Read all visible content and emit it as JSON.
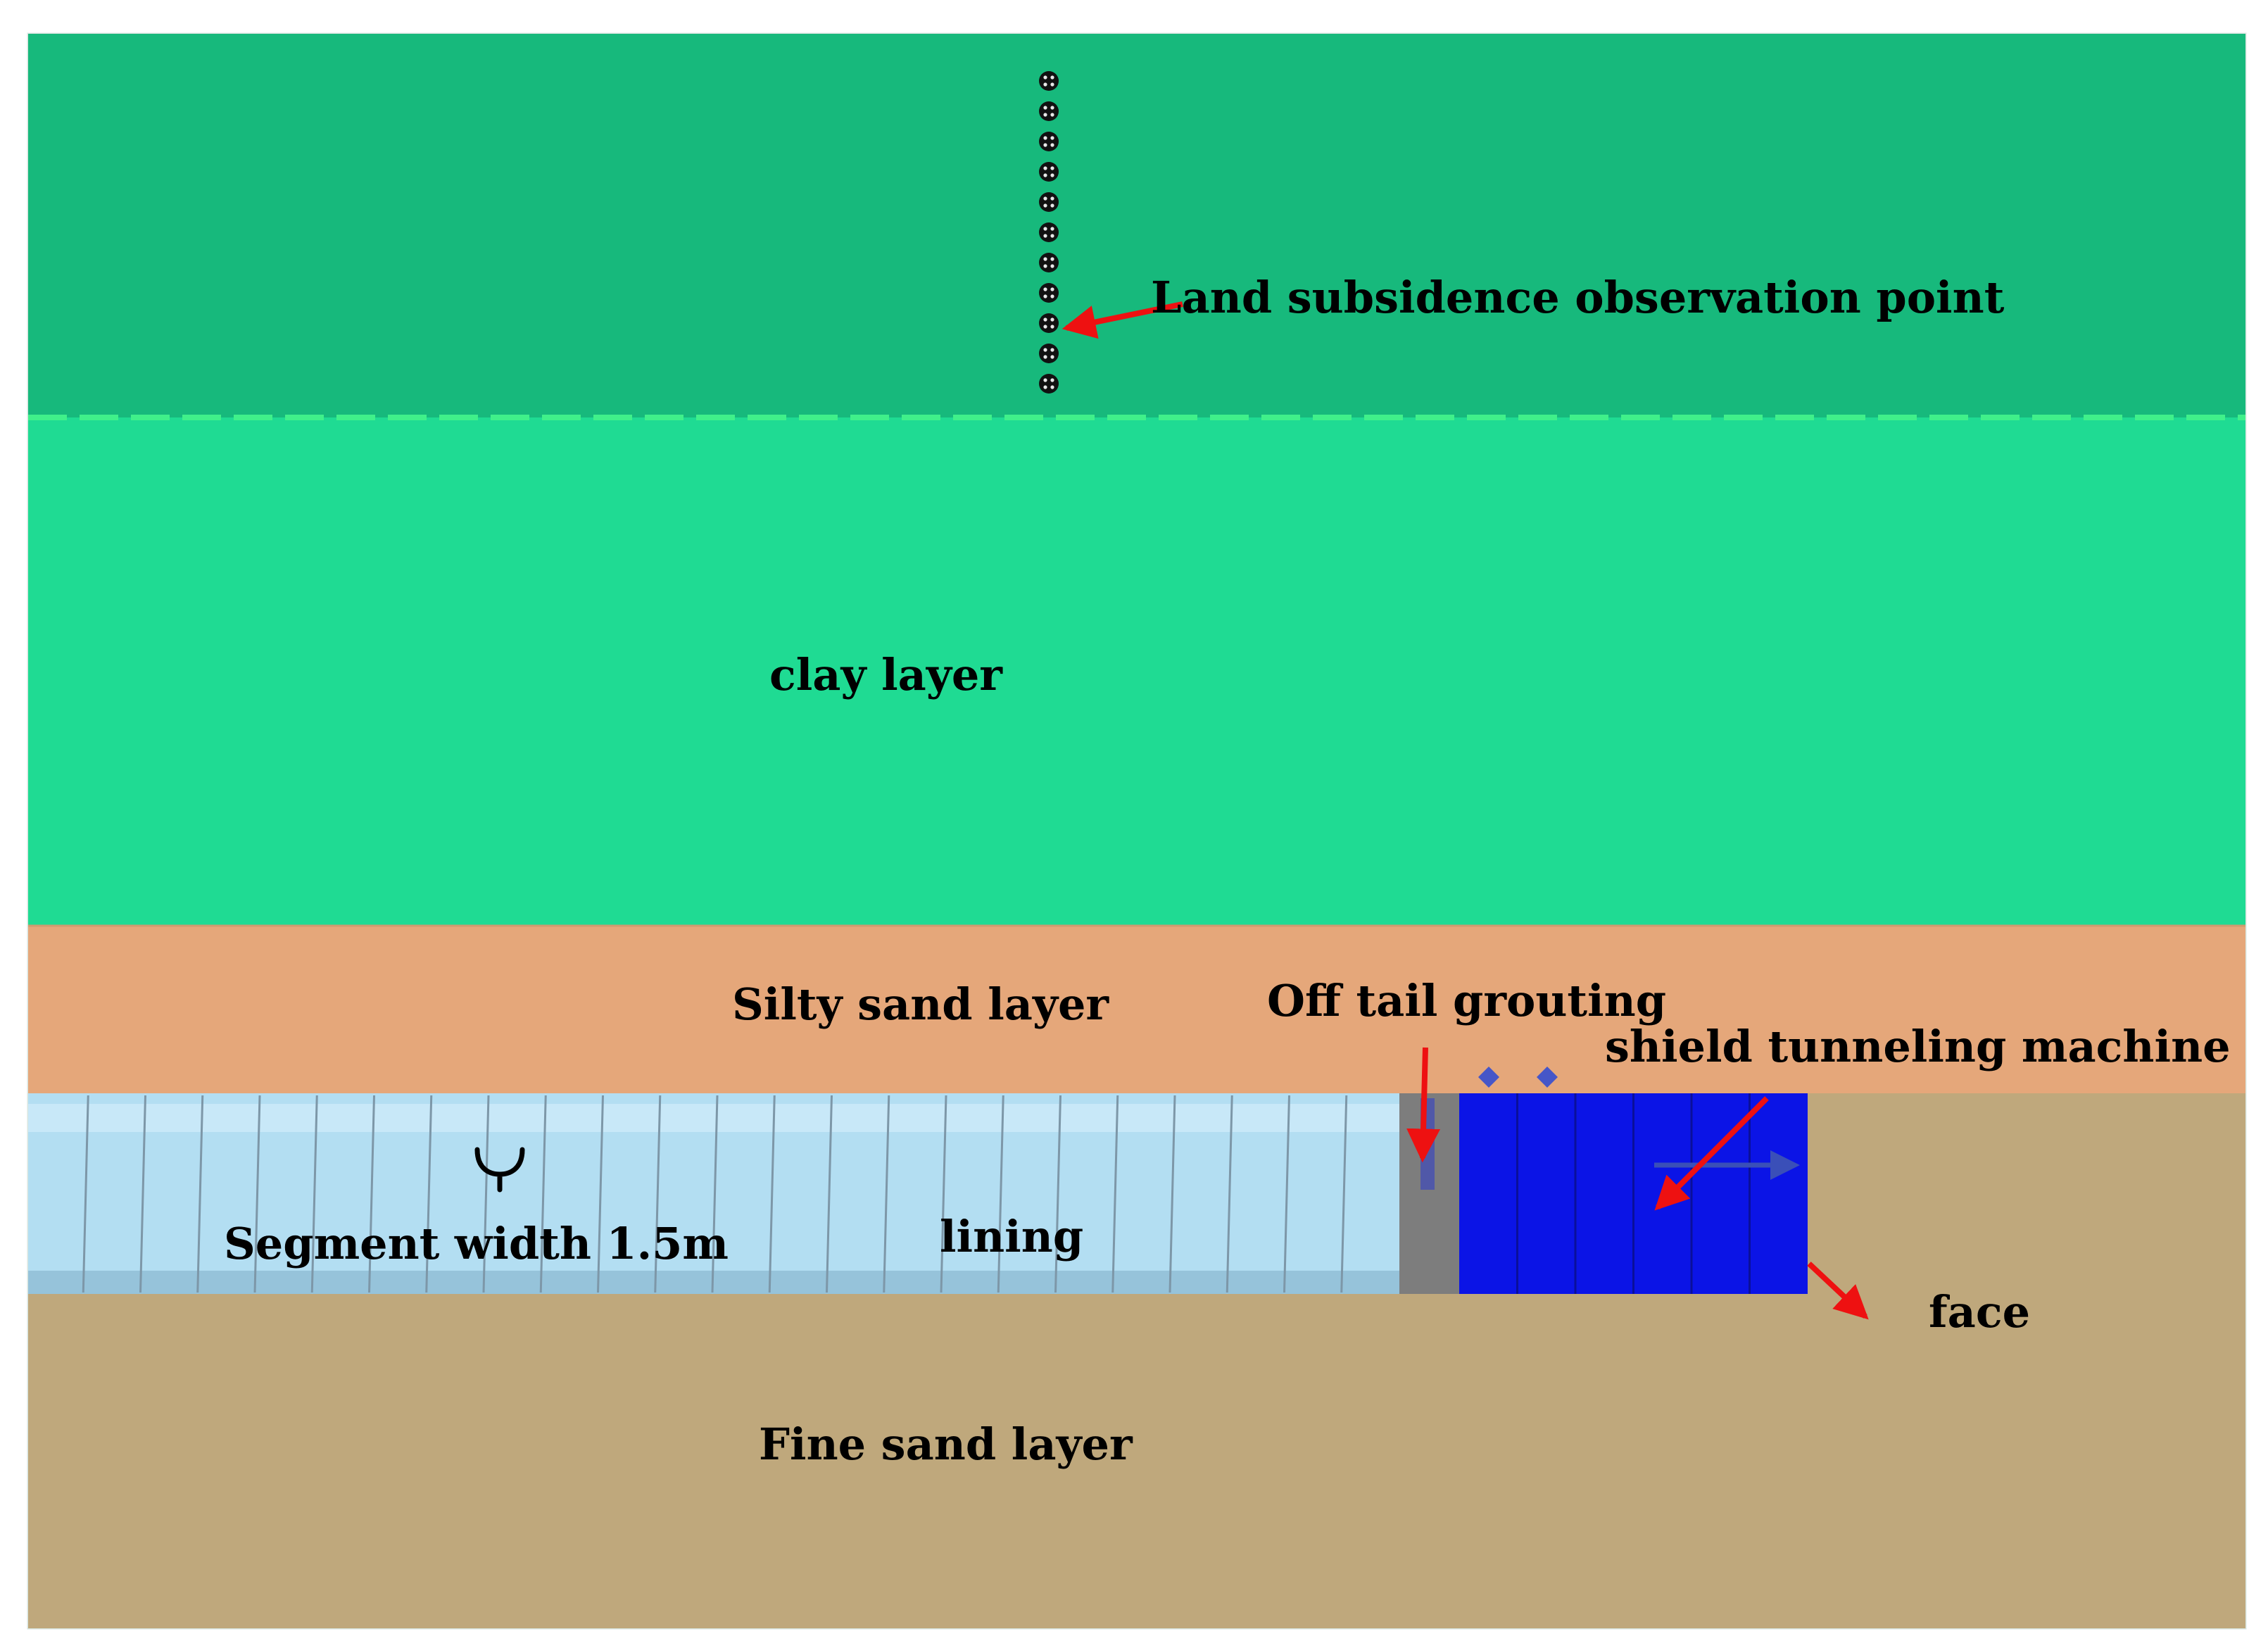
{
  "labels": {
    "observation_point": "Land subsidence observation point",
    "clay": "clay layer",
    "silty_sand": "Silty sand layer",
    "grouting": "Off tail grouting",
    "shield": "shield tunneling machine",
    "segment": "Segment width 1.5m",
    "lining": "lining",
    "face": "face",
    "fine_sand": "Fine sand layer"
  },
  "observation_point_count": 11,
  "lining_ring_count": 24,
  "shield_section_count": 6,
  "colors": {
    "surface_layer": "#17b97c",
    "clay_layer": "#1fdb93",
    "silty_sand_layer": "#e5a77a",
    "fine_sand_layer": "#bfa87c",
    "lining": "#b3def2",
    "grouting": "#7d7d7d",
    "shield": "#0b14e6",
    "arrow": "#ee1111"
  }
}
